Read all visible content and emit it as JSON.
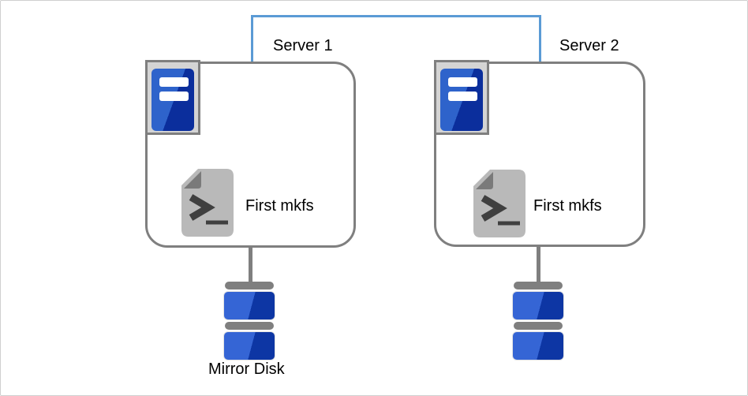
{
  "servers": [
    {
      "label": "Server 1",
      "action_label": "First mkfs"
    },
    {
      "label": "Server 2",
      "action_label": "First mkfs"
    }
  ],
  "disk": {
    "label": "Mirror Disk"
  },
  "icons": {
    "server": "server-tower-icon",
    "script": "terminal-script-icon",
    "disk": "mirror-disk-icon"
  },
  "colors": {
    "connector_blue": "#5b9bd5",
    "outline_gray": "#7f7f7f",
    "server_blue_light": "#2e63cb",
    "server_blue_dark": "#0b2e9c",
    "disk_blue_light": "#3565d5",
    "disk_blue_dark": "#0d36a4",
    "icon_bg_gray": "#d4d4d4",
    "script_body_gray": "#b9b9b9",
    "script_fold_gray": "#7a7a7a",
    "text_black": "#000000"
  }
}
